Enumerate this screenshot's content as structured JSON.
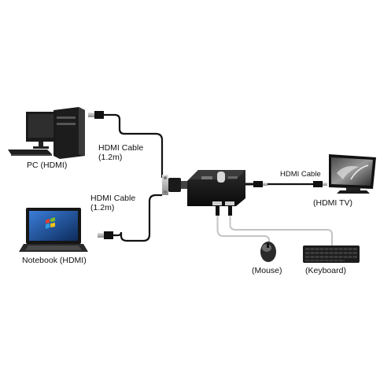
{
  "devices": {
    "pc": {
      "label": "PC (HDMI)"
    },
    "notebook": {
      "label": "Notebook (HDMI)"
    },
    "tv": {
      "label": "(HDMI TV)"
    },
    "mouse": {
      "label": "(Mouse)"
    },
    "keyboard": {
      "label": "(Keyboard)"
    }
  },
  "cables": {
    "pc_cable": {
      "name": "HDMI Cable",
      "length": "(1.2m)"
    },
    "notebook_cable": {
      "name": "HDMI Cable",
      "length": "(1.2m)"
    },
    "tv_cable": {
      "name": "HDMI Cable"
    }
  },
  "colors": {
    "cable": "#111111",
    "device_body": "#1a1a1a",
    "usb_cable": "#bdbdbd",
    "screen_blue": "#1f4f8c"
  }
}
